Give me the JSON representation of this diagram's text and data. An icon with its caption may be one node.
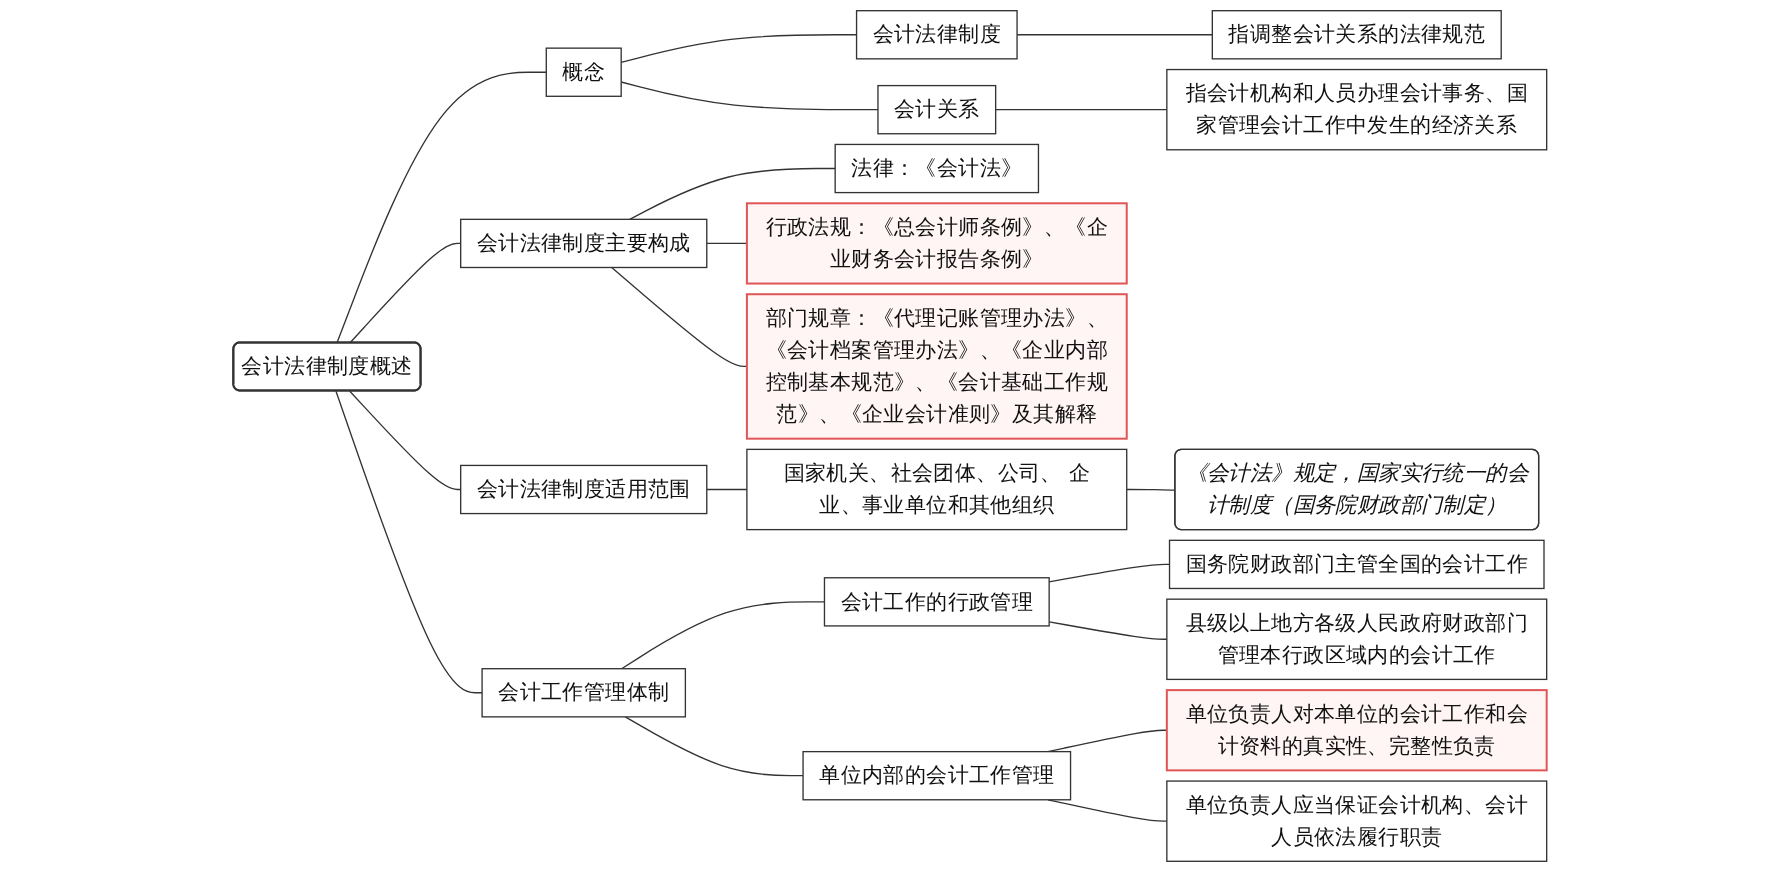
{
  "diagram": {
    "nodes": [
      {
        "text": [
          "会计法律制度概述"
        ]
      },
      {
        "text": [
          "概念"
        ]
      },
      {
        "text": [
          "会计法律制度"
        ]
      },
      {
        "text": [
          "指调整会计关系的法律规范"
        ]
      },
      {
        "text": [
          "会计关系"
        ]
      },
      {
        "text": [
          "指会计机构和人员办理会计事务、国家管理会计工作中发生的经济关系"
        ]
      },
      {
        "text": [
          "会计法律制度主要构成"
        ]
      },
      {
        "text": [
          "法律：《会计法》"
        ]
      },
      {
        "text": [
          "行政法规：《总会计师条例》、《企业财务会计报告条例》"
        ]
      },
      {
        "text": [
          "部门规章：《代理记账管理办法》、《会计档案管理办法》、《企业内部控制基本规范》、《会计基础工作规范》、《企业会计准则》及其解释"
        ]
      },
      {
        "text": [
          "会计法律制度适用范围"
        ]
      },
      {
        "text": [
          "国家机关、社会团体、公司、 企业、事业单位和其他组织"
        ]
      },
      {
        "text": [
          "《会计法》规定，国家实行统一的会计制度（国务院财政部门制定）"
        ]
      },
      {
        "text": [
          "会计工作管理体制"
        ]
      },
      {
        "text": [
          "会计工作的行政管理"
        ]
      },
      {
        "text": [
          "国务院财政部门主管全国的会计工作"
        ]
      },
      {
        "text": [
          "县级以上地方各级人民政府财政部门管理本行政区域内的会计工作"
        ]
      },
      {
        "text": [
          "单位内部的会计工作管理"
        ]
      },
      {
        "text": [
          "单位负责人对本单位的会计工作和会计资料的真实性、完整性负责"
        ]
      },
      {
        "text": [
          "单位负责人应当保证会计机构、会计人员依法履行职责"
        ]
      }
    ],
    "edges": [
      {
        "from": 0,
        "to": 1,
        "arrow": "none"
      },
      {
        "from": 1,
        "to": 2,
        "arrow": "none"
      },
      {
        "from": 2,
        "to": 3,
        "arrow": "none"
      },
      {
        "from": 1,
        "to": 4,
        "arrow": "none"
      },
      {
        "from": 4,
        "to": 5,
        "arrow": "none"
      },
      {
        "from": 0,
        "to": 6,
        "arrow": "none"
      },
      {
        "from": 6,
        "to": 7,
        "arrow": "none"
      },
      {
        "from": 6,
        "to": 8,
        "arrow": "none"
      },
      {
        "from": 6,
        "to": 9,
        "arrow": "none"
      },
      {
        "from": 0,
        "to": 10,
        "arrow": "none"
      },
      {
        "from": 10,
        "to": 11,
        "arrow": "none"
      },
      {
        "from": 11,
        "to": 12,
        "arrow": "none"
      },
      {
        "from": 0,
        "to": 13,
        "arrow": "none"
      },
      {
        "from": 13,
        "to": 14,
        "arrow": "none"
      },
      {
        "from": 14,
        "to": 15,
        "arrow": "none"
      },
      {
        "from": 14,
        "to": 16,
        "arrow": "none"
      },
      {
        "from": 13,
        "to": 17,
        "arrow": "none"
      },
      {
        "from": 17,
        "to": 18,
        "arrow": "none"
      },
      {
        "from": 17,
        "to": 19,
        "arrow": "none"
      }
    ]
  }
}
